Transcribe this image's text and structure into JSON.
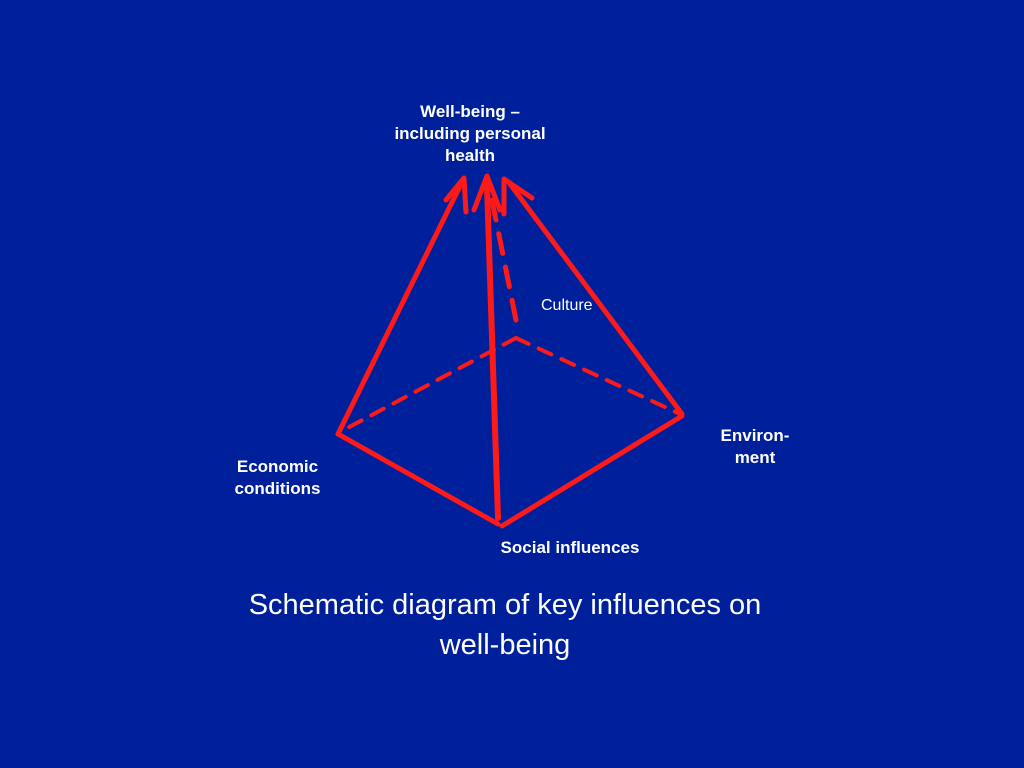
{
  "colors": {
    "background": "#00209b",
    "edge": "#ff1a1a",
    "text": "#ffffff"
  },
  "nodes": {
    "apex": {
      "lines": [
        "Well-being –",
        "including personal",
        "health"
      ]
    },
    "culture": {
      "label": "Culture"
    },
    "environment": {
      "lines": [
        "Environ-",
        "ment"
      ]
    },
    "economic": {
      "lines": [
        "Economic",
        "conditions"
      ]
    },
    "social": {
      "label": "Social influences"
    }
  },
  "caption": {
    "lines": [
      "Schematic diagram of key influences on",
      "well-being"
    ]
  }
}
